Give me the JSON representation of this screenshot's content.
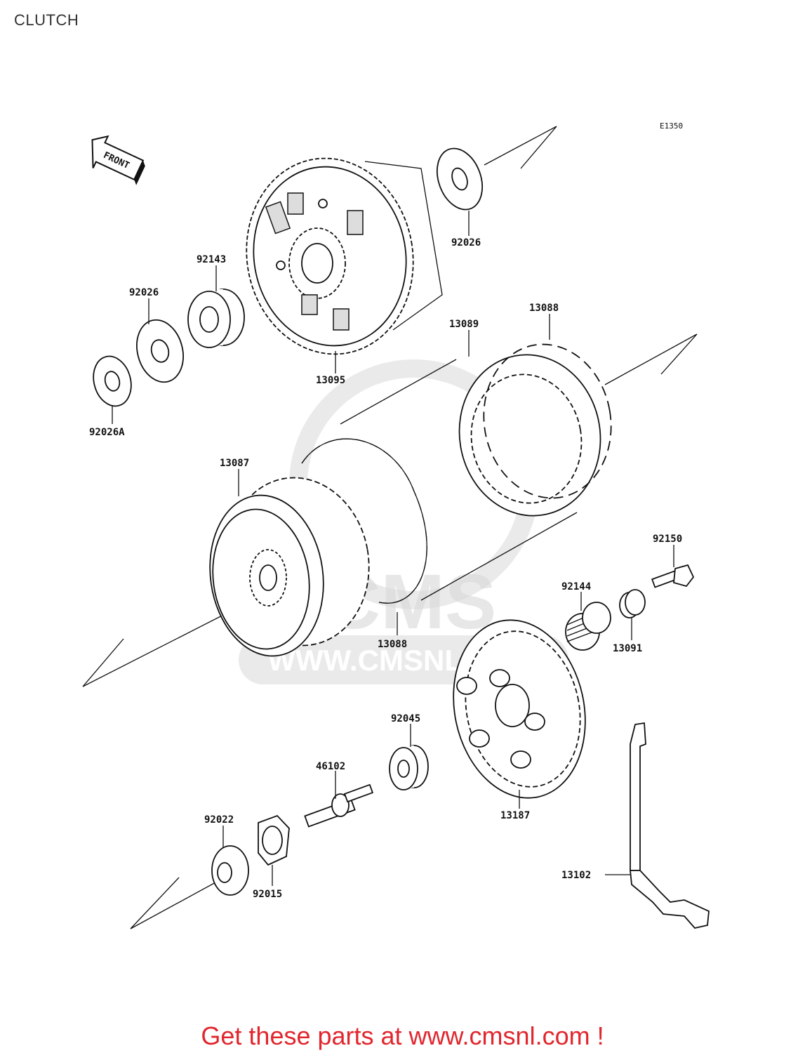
{
  "title": "CLUTCH",
  "diagram_code": "E1350",
  "front_label": "FRONT",
  "watermark": "WWW.CMSNL.COM",
  "watermark_logo": "CMS",
  "parts": {
    "p92026_top": "92026",
    "p92143": "92143",
    "p92026_left": "92026",
    "p92026A": "92026A",
    "p13095": "13095",
    "p13089": "13089",
    "p13088_top": "13088",
    "p13087": "13087",
    "p13088_bottom": "13088",
    "p92150": "92150",
    "p92144": "92144",
    "p13091": "13091",
    "p92045": "92045",
    "p46102": "46102",
    "p13187": "13187",
    "p92022": "92022",
    "p92015": "92015",
    "p13102": "13102"
  },
  "footer": "Get these parts at www.cmsnl.com !",
  "colors": {
    "footer_text": "#e1262d",
    "line": "#111111",
    "watermark": "#d8d8d8"
  }
}
